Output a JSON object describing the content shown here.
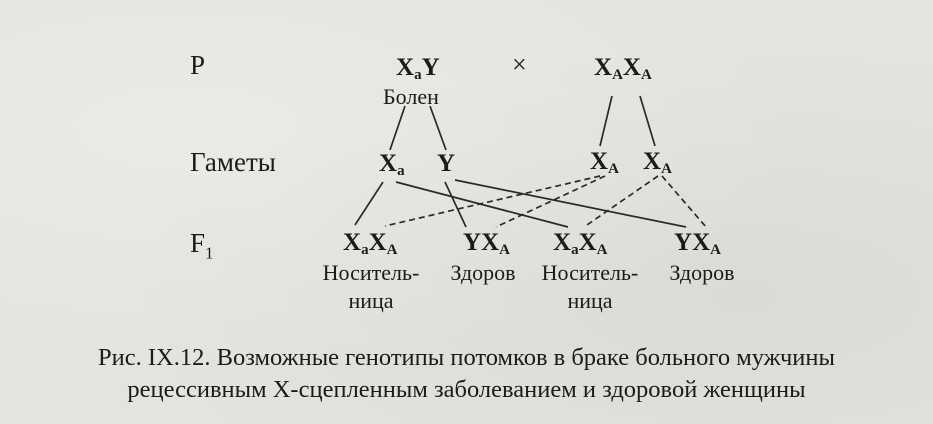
{
  "rows": {
    "parents_label": "P",
    "gametes_label": "Гаметы",
    "f1_label_main": "F",
    "f1_label_sub": "1"
  },
  "parents": {
    "male": {
      "allele1": "X",
      "sub1": "a",
      "allele2": "Y",
      "sub2": "",
      "status": "Болен"
    },
    "cross_symbol": "×",
    "female": {
      "allele1": "X",
      "sub1": "A",
      "allele2": "X",
      "sub2": "A"
    }
  },
  "gametes": [
    {
      "allele": "X",
      "sub": "a"
    },
    {
      "allele": "Y",
      "sub": ""
    },
    {
      "allele": "X",
      "sub": "A"
    },
    {
      "allele": "X",
      "sub": "A"
    }
  ],
  "offspring": [
    {
      "allele1": "X",
      "sub1": "a",
      "allele2": "X",
      "sub2": "A",
      "status_line1": "Носитель-",
      "status_line2": "ница"
    },
    {
      "allele1": "Y",
      "sub1": "",
      "allele2": "X",
      "sub2": "A",
      "status_line1": "Здоров",
      "status_line2": ""
    },
    {
      "allele1": "X",
      "sub1": "a",
      "allele2": "X",
      "sub2": "A",
      "status_line1": "Носитель-",
      "status_line2": "ница"
    },
    {
      "allele1": "Y",
      "sub1": "",
      "allele2": "X",
      "sub2": "A",
      "status_line1": "Здоров",
      "status_line2": ""
    }
  ],
  "caption": {
    "line1": "Рис. IX.12. Возможные генотипы потомков в браке больного мужчины",
    "line2": "рецессивным Х-сцепленным заболеванием и здоровой женщины"
  }
}
